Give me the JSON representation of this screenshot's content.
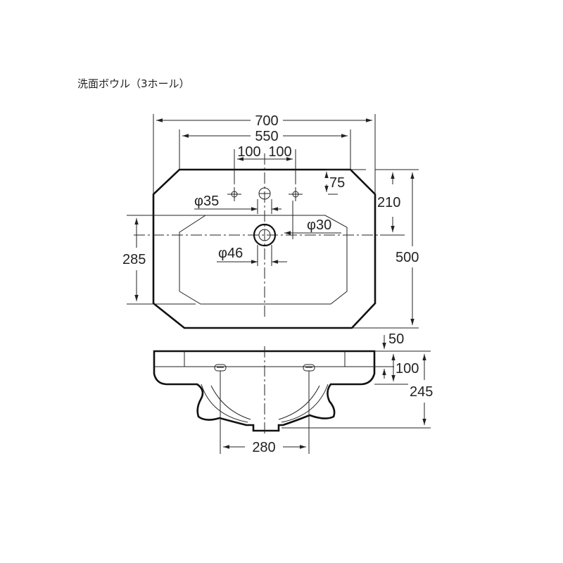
{
  "title": "洗面ボウル（3ホール）",
  "dimensions": {
    "overall_width": "700",
    "inner_width": "550",
    "tap_spacing_left": "100",
    "tap_spacing_right": "100",
    "tap_hole_offset": "75",
    "depth_to_drain": "210",
    "overall_depth": "500",
    "bowl_depth": "285",
    "tap_hole_dia": "φ35",
    "overflow_dia": "φ30",
    "drain_dia": "φ46",
    "rim_height": "50",
    "front_height": "100",
    "total_height": "245",
    "base_width": "280"
  }
}
